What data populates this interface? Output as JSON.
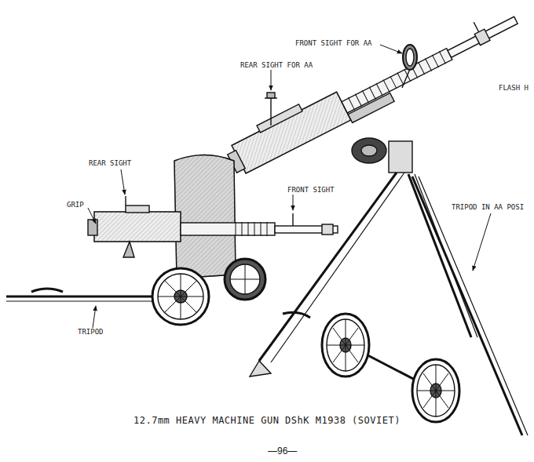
{
  "diagram": {
    "caption": "12.7mm HEAVY MACHINE GUN DShK M1938 (SOVIET)",
    "labels": [
      "FRONT SIGHT FOR AA",
      "REAR SIGHT FOR AA",
      "FLASH H",
      "REAR SIGHT",
      "GRIP",
      "FRONT SIGHT",
      "TRIPOD IN AA POSI",
      "TRIPOD",
      "—96—"
    ]
  }
}
